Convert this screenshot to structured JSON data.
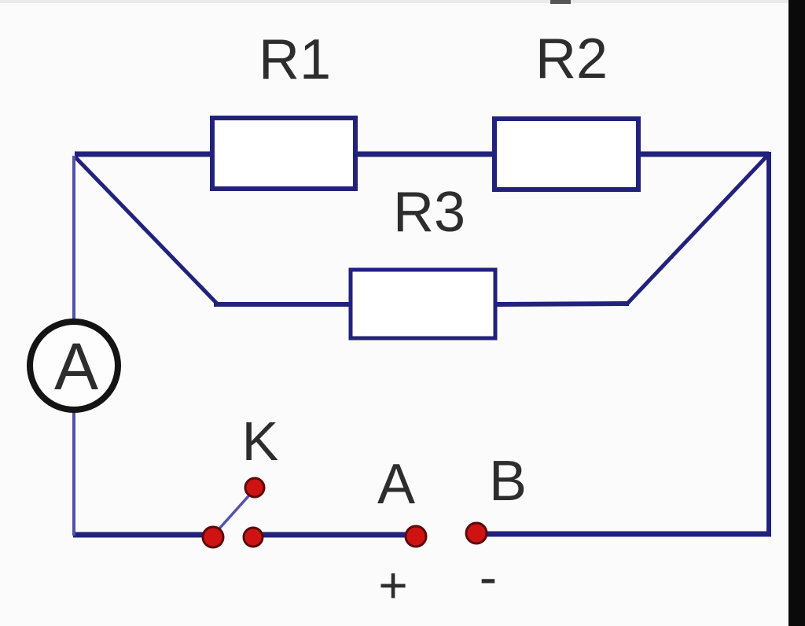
{
  "diagram": {
    "kind": "electric-circuit-schematic",
    "background": "#fbfbfb",
    "colors": {
      "wire": "#22227c",
      "thin_wire": "#5353a8",
      "dot_fill": "#cf1313",
      "meter_ring": "#141414",
      "label": "#2d2d2d",
      "edge_bar": "#0a0a0a",
      "top_artifact": "#3c3c3c",
      "top_strip": "#eaeaea"
    },
    "labels": {
      "r1": "R1",
      "r2": "R2",
      "r3": "R3",
      "ammeter": "A",
      "switch": "K",
      "terminal_a": "A",
      "terminal_b": "B",
      "polarity_plus": "+",
      "polarity_minus": "-"
    },
    "structure": {
      "top_branch": "resistors R1 and R2 in series",
      "middle_branch": "resistor R3 in parallel with the R1-R2 branch",
      "left_branch": "ammeter A in the main line",
      "bottom_branch": "open switch K between source terminals A (+) and B (-)"
    }
  }
}
